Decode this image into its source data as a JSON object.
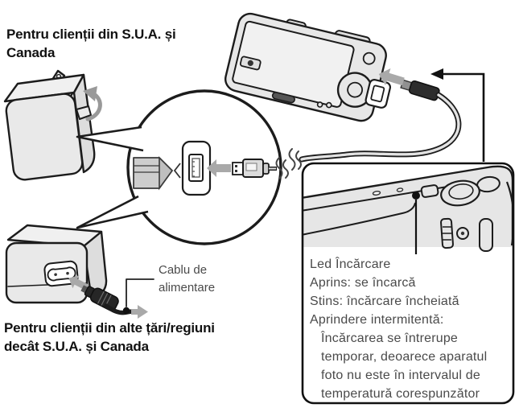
{
  "figure": {
    "heading_usa": {
      "line1": "Pentru clienții din S.U.A. și",
      "line2": "Canada"
    },
    "heading_other": {
      "line1": "Pentru clienții din alte țări/regiuni",
      "line2": "decât S.U.A. și Canada"
    },
    "power_cable_label": {
      "line1": "Cablu de",
      "line2": "alimentare"
    },
    "led_box": {
      "title": "Led Încărcare",
      "status_lines": [
        "Aprins: se încarcă",
        "Stins: încărcare încheiată",
        "Aprindere intermitentă:"
      ],
      "note_lines": [
        "Încărcarea se întrerupe",
        "temporar, deoarece aparatul",
        "foto nu este în intervalul de",
        "temperatură corespunzător"
      ]
    },
    "colors": {
      "outline": "#1c1c1c",
      "body_fill": "#e6e6e6",
      "arrow_gray": "#a9a9a9",
      "text_gray": "#4a4a4a",
      "heading_black": "#111111"
    },
    "icons": [
      "plug-prongs-icon",
      "fold-arrow-icon",
      "usb-port-icon",
      "usb-plug-icon",
      "insert-arrow-icon",
      "cable-break-icon",
      "c7-socket-icon",
      "power-plug-icon",
      "cable-direction-arrow-icon",
      "micro-usb-plug-icon",
      "control-wheel-icon",
      "usb-flap-icon",
      "charge-led-dot",
      "port-pointer-arrow-icon"
    ]
  }
}
